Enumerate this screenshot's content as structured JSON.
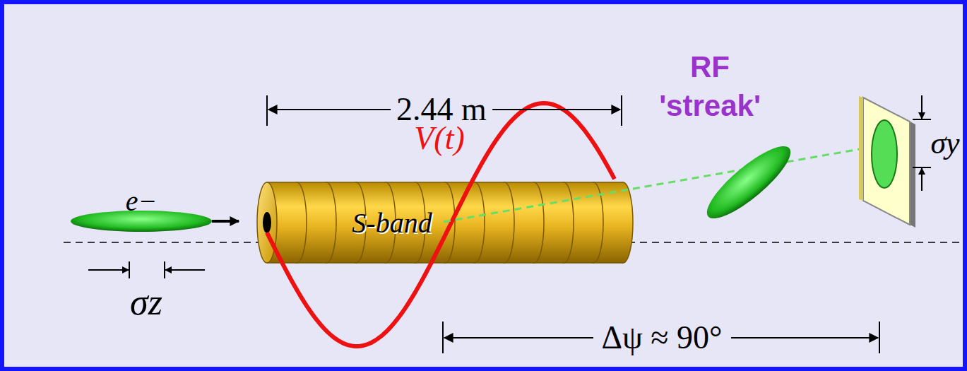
{
  "diagram": {
    "nodes": [
      {
        "text": [
          "S-band"
        ]
      }
    ],
    "labels": [
      "2.44 m",
      "V(t)",
      "RF",
      "'streak'",
      "e−",
      "σz",
      "Δψ ≈ 90°",
      "σy"
    ]
  }
}
